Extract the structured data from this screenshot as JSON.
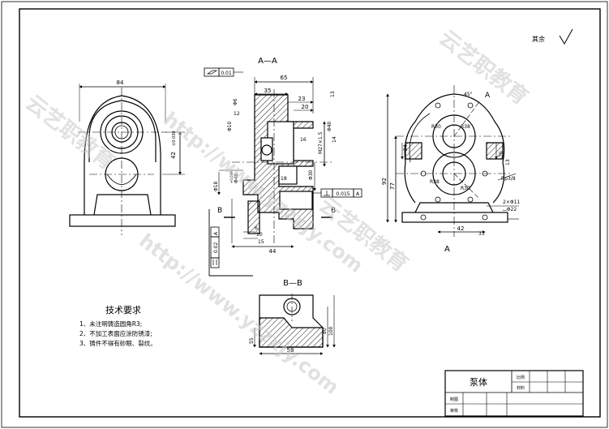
{
  "section_views": {
    "aa_title": "A—A",
    "bb_title": "B—B",
    "view_a_label": "A",
    "section_mark_b": "B",
    "section_mark_a": "A"
  },
  "roughness": {
    "rest_label": "其余"
  },
  "dimensions": {
    "front_width": "84",
    "front_height": "42",
    "front_height_tol": "±0.030",
    "aa_overall": "65",
    "aa_35": "35",
    "aa_23": "23",
    "aa_20": "20",
    "aa_12": "12",
    "aa_16": "16",
    "aa_13": "13",
    "aa_18": "18",
    "aa_14": "14",
    "aa_thread": "M27×1.5",
    "aa_dia40": "Φ40",
    "aa_dia30": "Φ30",
    "aa_dia6": "Φ6",
    "aa_dia10": "Φ10",
    "aa_dia18": "Φ18",
    "aa_dia48": "Φ48",
    "aa_dia48_tol": "+0.039",
    "aa_bottom_44": "44",
    "aa_bottom_15": "15",
    "aa_bottom_10": "10",
    "aa_bottom_6": "6",
    "aa_flatness": "0.01",
    "aa_perp_val": "0.015",
    "aa_perp_datum": "A",
    "aa_parallel_val": "0.02",
    "aa_parallel_datum": "A",
    "side_angle": "45°",
    "side_R30": "R30",
    "side_R38": "R38",
    "side_R30b": "R30",
    "side_R38b": "R38",
    "side_92": "92",
    "side_77": "77",
    "side_42": "42",
    "side_33": "33",
    "side_20": "20",
    "side_24": "24",
    "side_13": "13",
    "side_thread": "Rp3/8",
    "side_holes": "2×Φ11",
    "side_cbore": "⌴Φ22",
    "bb_58": "58",
    "bb_80": "80",
    "bb_100": "100",
    "bb_55": "55"
  },
  "technical_requirements": {
    "title": "技术要求",
    "items": [
      "1、未注明铸造圆角R3;",
      "2、不加工表面应涂防锈漆;",
      "3、铸件不得有砂眼、裂纹。"
    ]
  },
  "title_block": {
    "part_name": "泵体",
    "ratio_label": "比例",
    "material_label": "材料",
    "drawn_label": "制图",
    "checked_label": "审核"
  },
  "watermarks": {
    "url": "http://www.yzzxjy.com",
    "brand": "云艺职教育"
  },
  "colors": {
    "line": "#000000",
    "hatch": "#000000",
    "watermark": "#c9c9c9",
    "paper": "#ffffff"
  }
}
